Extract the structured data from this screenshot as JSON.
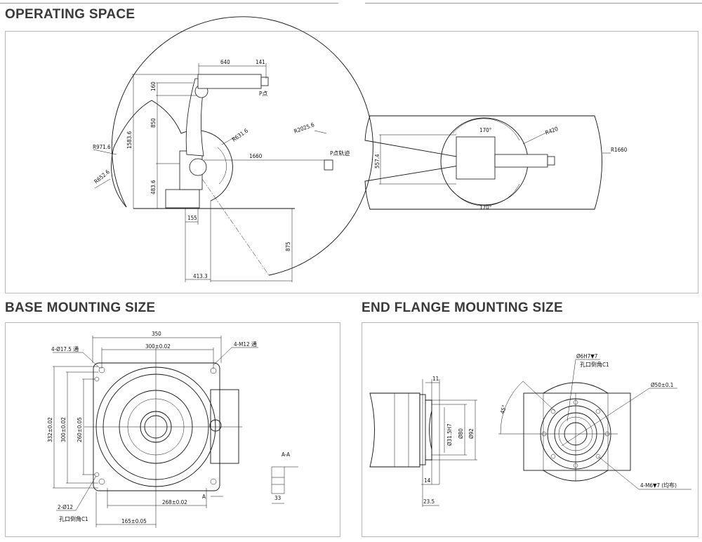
{
  "sections": {
    "operating_space": {
      "title": "OPERATING SPACE",
      "side_view_labels": {
        "reach_upper": "640",
        "wrist": "141",
        "d160": "160",
        "d850": "850",
        "height": "1583.6",
        "base_height": "483.6",
        "base_offset": "155",
        "d413": "413.3",
        "d875": "875",
        "reach": "1660",
        "r_left": "R971.6",
        "r_lower": "R652.6",
        "r_outer": "R2025.6",
        "r_inner": "R631.6",
        "p_point": "P点",
        "p_track": "P点轨迹"
      },
      "top_view_labels": {
        "width": "557.4",
        "r_small": "R420",
        "r_large": "R1660",
        "angle_top": "170°",
        "angle_bottom": "170°"
      }
    },
    "base_mounting": {
      "title": "BASE MOUNTING SIZE",
      "labels": {
        "width": "350",
        "hole_span": "300±0.02",
        "holes": "4-Ø17.5 通",
        "threads": "4-M12 通",
        "h332": "332±0.02",
        "h300": "300±0.02",
        "h260": "260±0.05",
        "pins": "2-Ø12",
        "pin_note": "孔口倒角C1",
        "d268": "268±0.02",
        "d165": "165±0.05",
        "section_mark": "A",
        "section": "A-A",
        "thickness": "33"
      }
    },
    "end_flange": {
      "title": "END FLANGE MOUNTING SIZE",
      "labels": {
        "d11": "11",
        "d14": "14",
        "d23_5": "23.5",
        "bore": "Ø31.5H7",
        "d80": "Ø80",
        "d92": "Ø92",
        "pin": "Ø6H7▼7",
        "pin_note": "孔口倒角C1",
        "pcd": "Ø50±0.1",
        "angle": "45°",
        "threads": "4-M6▼7 (均布)"
      }
    }
  }
}
